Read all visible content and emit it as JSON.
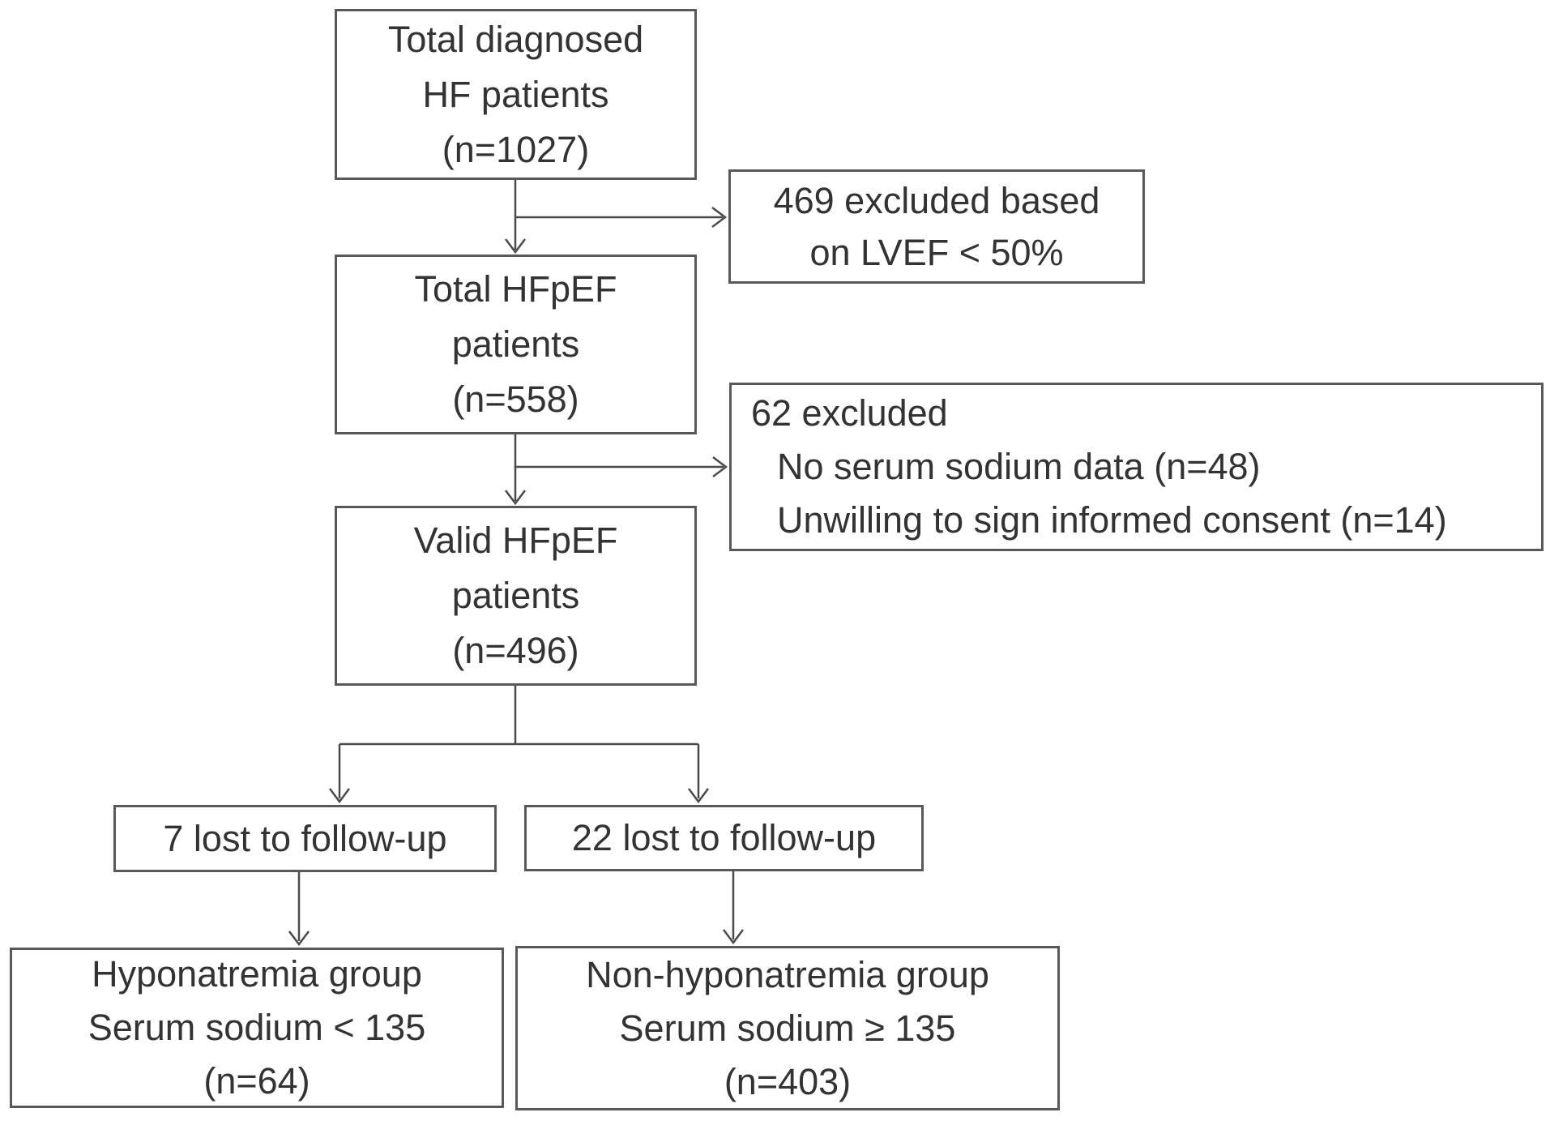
{
  "colors": {
    "background": "#ffffff",
    "box_border": "#595959",
    "text": "#333333",
    "connector": "#4a4a4a"
  },
  "nodes": {
    "total_hf": {
      "lines": [
        "Total diagnosed",
        "HF patients",
        "(n=1027)"
      ]
    },
    "excluded_lvef": {
      "lines": [
        "469 excluded based",
        "on LVEF < 50%"
      ]
    },
    "total_hfpef": {
      "lines": [
        "Total HFpEF",
        "patients",
        "(n=558)"
      ]
    },
    "excluded_62": {
      "heading": "62 excluded",
      "items": [
        "No serum sodium data (n=48)",
        "Unwilling to sign informed consent (n=14)"
      ]
    },
    "valid_hfpef": {
      "lines": [
        "Valid HFpEF",
        "patients",
        "(n=496)"
      ]
    },
    "lost_followup_left": {
      "label": "7 lost to follow-up"
    },
    "lost_followup_right": {
      "label": "22 lost to follow-up"
    },
    "hyponatremia": {
      "lines": [
        "Hyponatremia group",
        "Serum sodium < 135",
        "(n=64)"
      ]
    },
    "non_hyponatremia": {
      "lines": [
        "Non-hyponatremia group",
        "Serum sodium ≥ 135",
        "(n=403)"
      ]
    }
  }
}
